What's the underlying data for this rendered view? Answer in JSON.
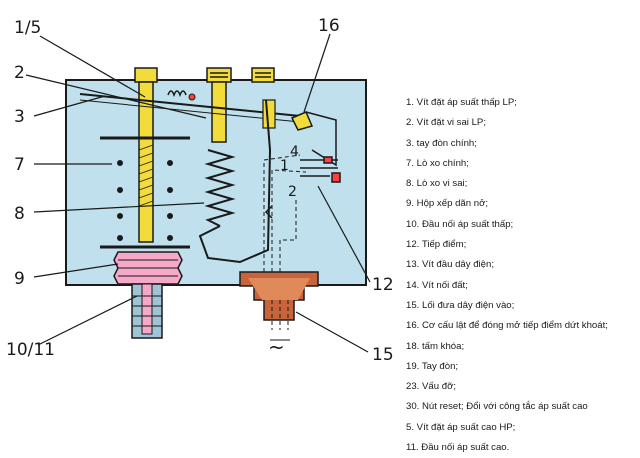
{
  "callouts": {
    "c1_5": "1/5",
    "c2": "2",
    "c3": "3",
    "c7": "7",
    "c8": "8",
    "c9": "9",
    "c10_11": "10/11",
    "c16": "16",
    "c12": "12",
    "c15": "15",
    "inner4": "4",
    "inner1": "1",
    "inner2": "2"
  },
  "legend": [
    "1. Vít đặt áp suất thấp LP;",
    "2. Vít đặt vi sai LP;",
    "3. tay đòn chính;",
    "7. Lò xo chính;",
    "8. Lò xo vi sai;",
    "9. Hộp xếp dãn nở;",
    "10. Đầu nối áp suất thấp;",
    "12. Tiếp điểm;",
    "13. Vít đầu dây điện;",
    "14. Vít nối đất;",
    "15. Lối đưa dây điện vào;",
    "16. Cơ cấu lật để đóng mở tiếp điểm dứt khoát;",
    "18. tấm khóa;",
    "19. Tay đòn;",
    "23. Vấu đỡ;",
    "30. Nút reset; Đổi với công tắc áp suất cao",
    "5. Vít đặt áp suất cao HP;",
    "11. Đầu nối áp suất cao."
  ],
  "colors": {
    "housing": "#bfe0ec",
    "outline": "#1a1a1a",
    "screw": "#f2dc3c",
    "bellows": "#f5a8c8",
    "connector": "#9ec4d6",
    "entry": "#c8643c"
  }
}
